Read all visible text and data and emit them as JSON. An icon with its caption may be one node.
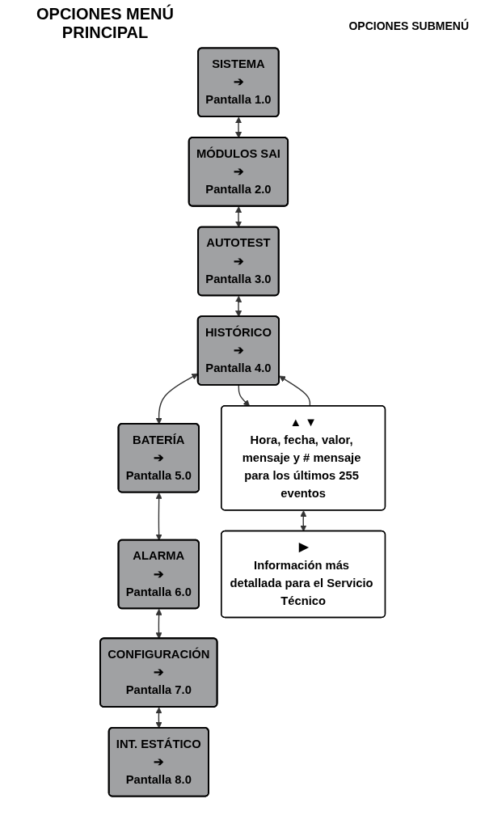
{
  "diagram": {
    "title": "OPCIONES MENÚ PRINCIPAL",
    "nodes": [
      {
        "text": [
          "SISTEMA",
          "➔",
          "Pantalla 1.0"
        ]
      },
      {
        "text": [
          "MÓDULOS SAI",
          "➔",
          "Pantalla 2.0"
        ]
      },
      {
        "text": [
          "AUTOTEST",
          "➔",
          "Pantalla 3.0"
        ]
      },
      {
        "text": [
          "HISTÓRICO",
          "➔",
          "Pantalla 4.0"
        ]
      },
      {
        "text": [
          "BATERÍA",
          "➔",
          "Pantalla 5.0"
        ]
      },
      {
        "text": [
          "ALARMA",
          "➔",
          "Pantalla 6.0"
        ]
      },
      {
        "text": [
          "CONFIGURACIÓN",
          "➔",
          "Pantalla 7.0"
        ]
      },
      {
        "text": [
          "INT. ESTÁTICO",
          "➔",
          "Pantalla 8.0"
        ]
      },
      {
        "text": [
          "▲ ▼",
          "Hora, fecha, valor, mensaje y # mensaje para los últimos 255 eventos"
        ]
      },
      {
        "text": [
          "▶",
          "Información más detallada para el Servicio Técnico"
        ]
      }
    ],
    "edges": [
      {
        "from": 0,
        "to": 1,
        "arrow": "both"
      },
      {
        "from": 1,
        "to": 2,
        "arrow": "both"
      },
      {
        "from": 2,
        "to": 3,
        "arrow": "both"
      },
      {
        "from": 3,
        "to": 4,
        "arrow": "both"
      },
      {
        "from": 4,
        "to": 5,
        "arrow": "both"
      },
      {
        "from": 5,
        "to": 6,
        "arrow": "both"
      },
      {
        "from": 6,
        "to": 7,
        "arrow": "both"
      },
      {
        "from": 3,
        "to": 8,
        "arrow": "to"
      },
      {
        "from": 8,
        "to": 3,
        "arrow": "to"
      },
      {
        "from": 8,
        "to": 9,
        "arrow": "both"
      }
    ],
    "labels": [
      "OPCIONES SUBMENÚ"
    ]
  }
}
